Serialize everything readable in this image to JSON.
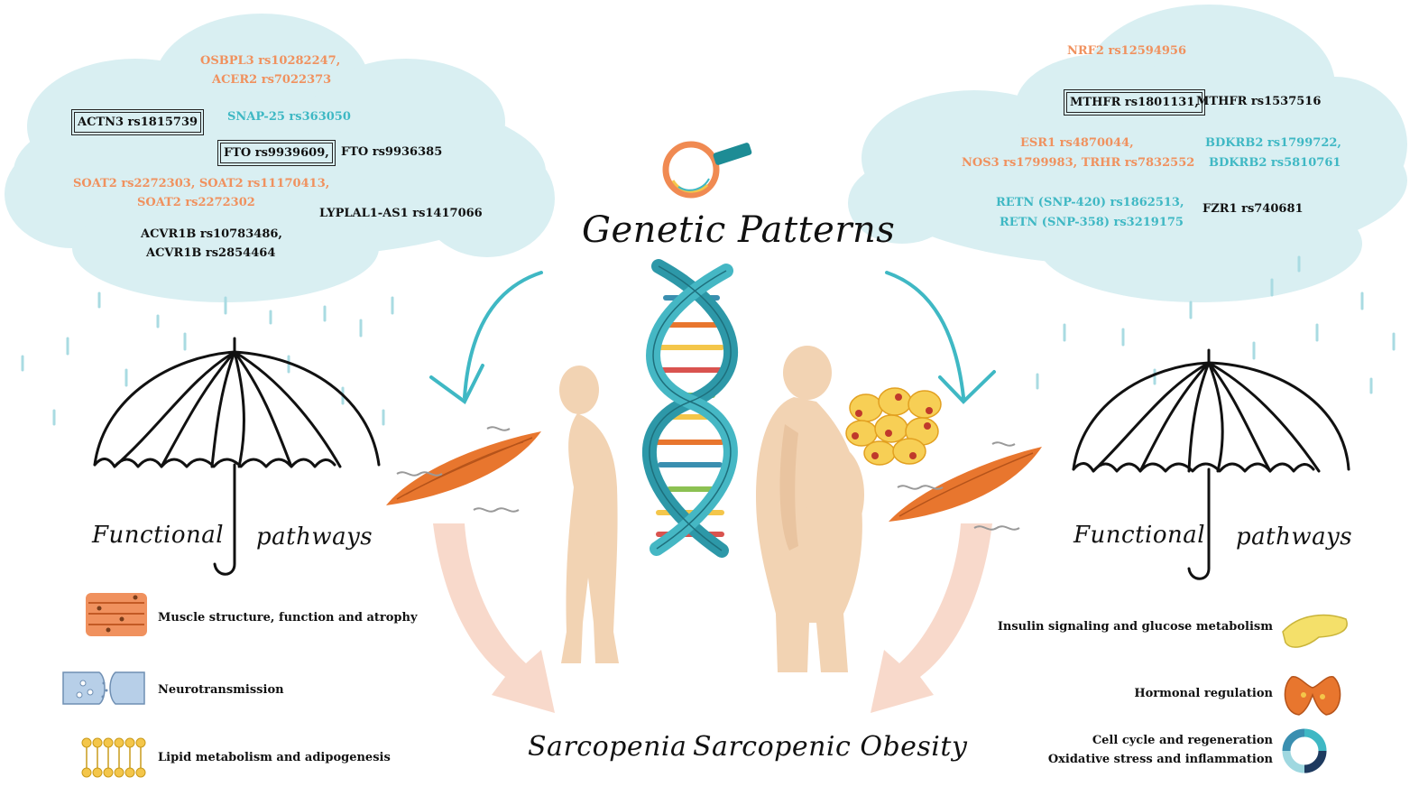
{
  "center": {
    "title": "Genetic Patterns",
    "sarcopenia": "Sarcopenia",
    "sarcopenic_obesity": "Sarcopenic Obesity"
  },
  "left": {
    "pathways_word1": "Functional",
    "pathways_word2": "pathways",
    "genes": {
      "osbpl3": "OSBPL3 rs10282247,",
      "acer2": "ACER2 rs7022373",
      "actn3": "ACTN3 rs1815739",
      "snap25": "SNAP-25 rs363050",
      "fto_a": "FTO rs9939609,",
      "fto_b": "FTO rs9936385",
      "soat2_a": "SOAT2 rs2272303, SOAT2 rs11170413,",
      "soat2_b": "SOAT2 rs2272302",
      "lyplal1": "LYPLAL1-AS1 rs1417066",
      "acvr1b_a": "ACVR1B rs10783486,",
      "acvr1b_b": "ACVR1B rs2854464"
    },
    "legend": {
      "muscle": "Muscle structure, function and atrophy",
      "neuro": "Neurotransmission",
      "lipid": "Lipid metabolism and adipogenesis"
    }
  },
  "right": {
    "pathways_word1": "Functional",
    "pathways_word2": "pathways",
    "genes": {
      "nrf2": "NRF2 rs12594956",
      "mthfr_a": "MTHFR rs1801131,",
      "mthfr_b": "MTHFR rs1537516",
      "esr1": "ESR1 rs4870044,",
      "nos3_trhr": "NOS3 rs1799983, TRHR rs7832552",
      "bdkrb2_a": "BDKRB2 rs1799722,",
      "bdkrb2_b": "BDKRB2 rs5810761",
      "retn_a": "RETN (SNP-420) rs1862513,",
      "retn_b": "RETN (SNP-358) rs3219175",
      "fzr1": "FZR1 rs740681"
    },
    "legend": {
      "insulin": "Insulin signaling and glucose metabolism",
      "hormonal": "Hormonal regulation",
      "cell_cycle": "Cell cycle and regeneration",
      "oxidative": "Oxidative stress and inflammation"
    }
  },
  "colors": {
    "cloud": "#d9eff2",
    "rain": "#a9dbe2",
    "teal": "#3fb8c4",
    "orange_text": "#f0915e",
    "muscle": "#e8762e",
    "skin": "#f2d3b3",
    "arrow_pink": "#f7d2c2"
  }
}
